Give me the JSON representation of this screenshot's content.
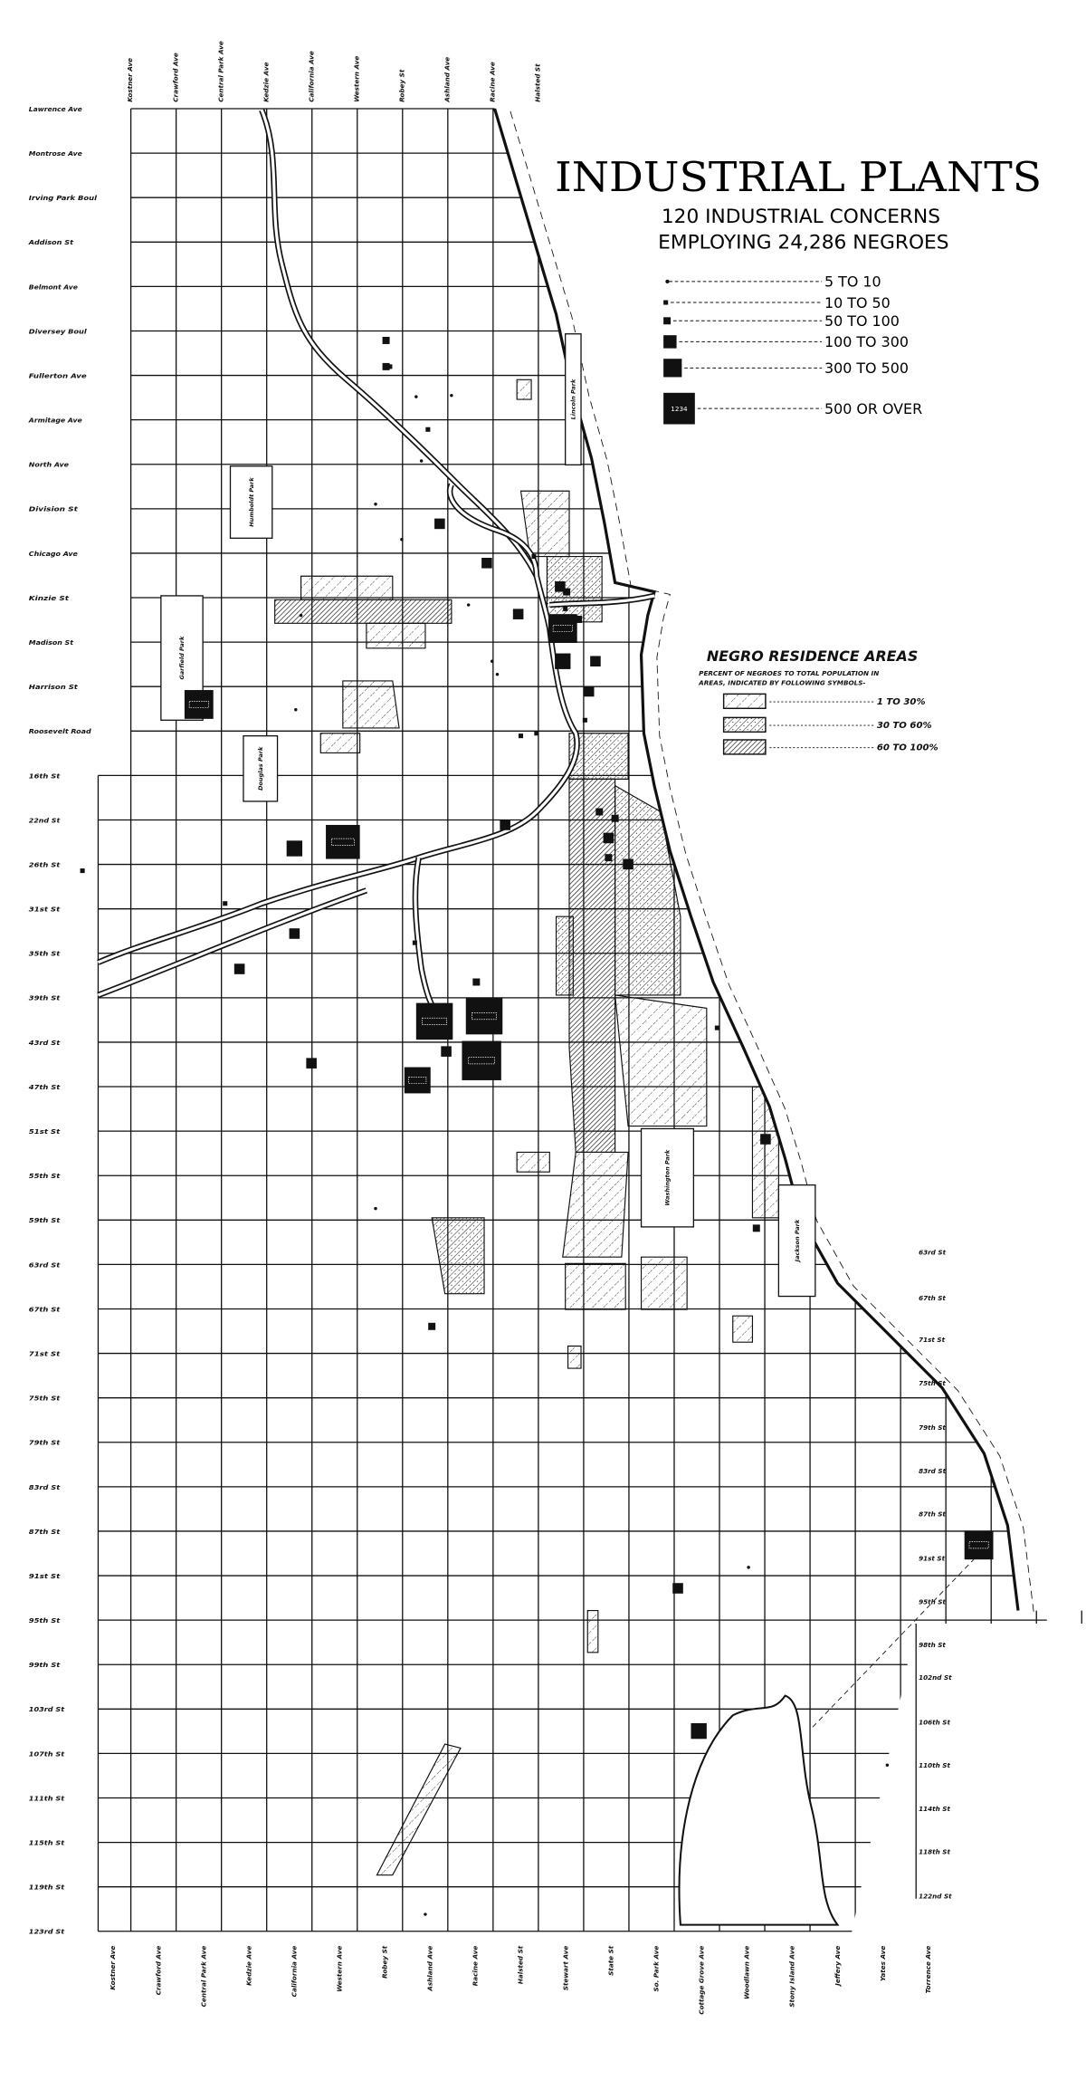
{
  "title": "INDUSTRIAL PLANTS",
  "subtitle": [
    "120 INDUSTRIAL CONCERNS",
    "EMPLOYING 24,286 NEGROES"
  ],
  "plant_legend": [
    {
      "label": "5 TO 10",
      "category": 0
    },
    {
      "label": "10 TO 50",
      "category": 1
    },
    {
      "label": "50 TO 100",
      "category": 2
    },
    {
      "label": "100 TO 300",
      "category": 3
    },
    {
      "label": "300 TO 500",
      "category": 4
    },
    {
      "label": "500 OR OVER",
      "category": 5,
      "sample": "1234"
    }
  ],
  "residence_legend": {
    "title": "NEGRO RESIDENCE AREAS",
    "subtitle": [
      "PERCENT OF NEGROES TO TOTAL POPULATION IN",
      "AREAS, INDICATED BY FOLLOWING SYMBOLS-"
    ],
    "items": [
      {
        "label": "1 TO 30%",
        "pattern": "light"
      },
      {
        "label": "30 TO 60%",
        "pattern": "medium"
      },
      {
        "label": "60 TO 100%",
        "pattern": "dense"
      }
    ]
  },
  "streets": {
    "north_south_top": [
      "Kostner Ave",
      "Crawford Ave",
      "Central Park Ave",
      "Kedzie Ave",
      "California Ave",
      "Western Ave",
      "Robey St",
      "Ashland Ave",
      "Racine Ave",
      "Halsted St"
    ],
    "north_south_bottom": [
      "Kostner Ave",
      "Crawford Ave",
      "Central Park Ave",
      "Kedzie Ave",
      "California Ave",
      "Western Ave",
      "Robey St",
      "Ashland Ave",
      "Racine Ave",
      "Halsted St",
      "Stewart Ave",
      "State St",
      "So. Park Ave",
      "Cottage Grove Ave",
      "Woodlawn Ave",
      "Stony Island Ave",
      "Jeffery Ave",
      "Yates Ave",
      "Torrence Ave"
    ],
    "east_west_left": [
      "Lawrence Ave",
      "Montrose Ave",
      "Irving Park Boul",
      "Addison St",
      "Belmont Ave",
      "Diversey Boul",
      "Fullerton Ave",
      "Armitage Ave",
      "North Ave",
      "Division St",
      "Chicago Ave",
      "Kinzie St",
      "Madison St",
      "Harrison St",
      "Roosevelt Road",
      "16th St",
      "22nd St",
      "26th St",
      "31st St",
      "35th St",
      "39th St",
      "43rd St",
      "47th St",
      "51st St",
      "55th St",
      "59th St",
      "63rd St",
      "67th St",
      "71st St",
      "75th St",
      "79th St",
      "83rd St",
      "87th St",
      "91st St",
      "95th St",
      "99th St",
      "103rd St",
      "107th St",
      "111th St",
      "115th St",
      "119th St",
      "123rd St"
    ],
    "east_west_right": [
      "63rd St",
      "67th St",
      "71st St",
      "75th St",
      "79th St",
      "83rd St",
      "87th St",
      "91st St",
      "95th St",
      "98th St",
      "102nd St",
      "106th St",
      "110th St",
      "114th St",
      "118th St",
      "122nd St"
    ]
  },
  "parks": [
    "Humboldt Park",
    "Garfield Park",
    "Douglas Park",
    "Lincoln Park",
    "Washington Park",
    "Jackson Park"
  ],
  "colors": {
    "ink": "#111111",
    "paper": "#ffffff"
  }
}
